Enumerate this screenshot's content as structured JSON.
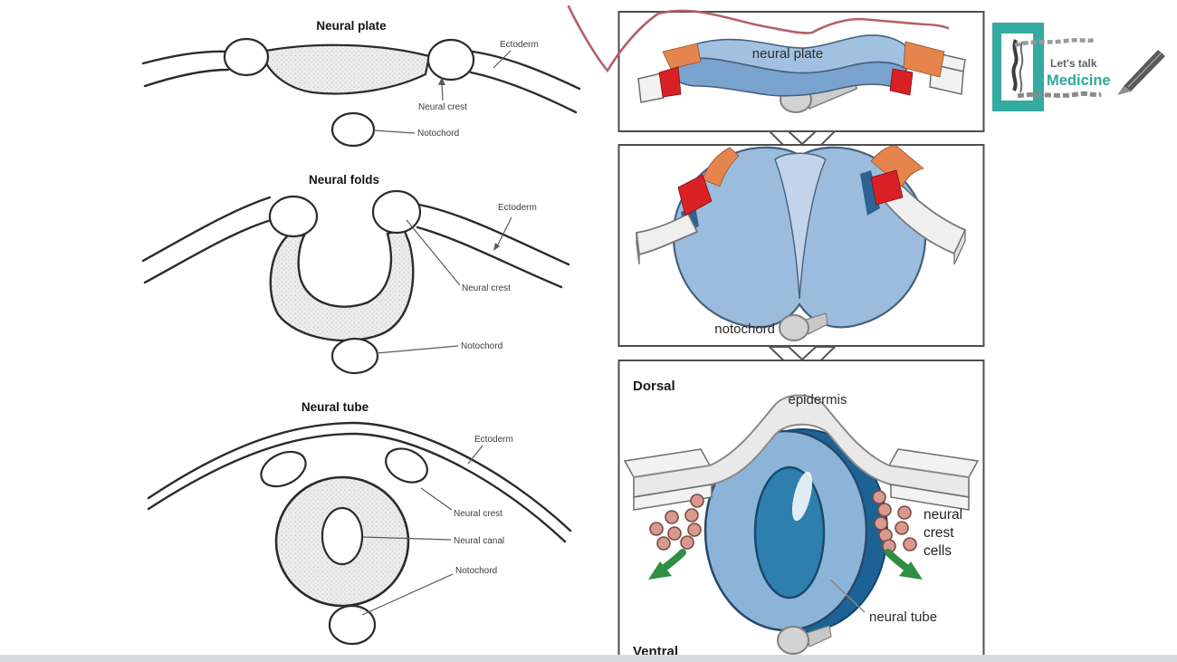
{
  "left": {
    "sections": [
      {
        "title": "Neural plate",
        "labels": {
          "ectoderm": "Ectoderm",
          "neural_crest": "Neural crest",
          "notochord": "Notochord"
        }
      },
      {
        "title": "Neural folds",
        "labels": {
          "ectoderm": "Ectoderm",
          "neural_crest": "Neural crest",
          "notochord": "Notochord"
        }
      },
      {
        "title": "Neural tube",
        "labels": {
          "ectoderm": "Ectoderm",
          "neural_crest": "Neural crest",
          "neural_canal": "Neural canal",
          "notochord": "Notochord"
        }
      }
    ]
  },
  "right": {
    "panel1": {
      "neural_plate": "neural plate"
    },
    "panel2": {
      "notochord": "notochord"
    },
    "panel3": {
      "dorsal": "Dorsal",
      "epidermis": "epidermis",
      "crest_l1": "neural",
      "crest_l2": "crest",
      "crest_l3": "cells",
      "neural_tube": "neural tube",
      "ventral": "Ventral"
    }
  },
  "logo": {
    "tagline": "Let's talk",
    "brand": "Medicine"
  },
  "colors": {
    "plate_blue_top": "#a2c1e1",
    "plate_blue_front": "#7aa3cf",
    "fold_blue": "#9cbcdd",
    "fold_inner_blue": "#c3d4ea",
    "tube_blue": "#8cb4d9",
    "tube_inner_blue": "#2e7fae",
    "tube_shadow_navy": "#1d6295",
    "crest_red": "#d92025",
    "crest_orange": "#e5854d",
    "epidermis_gray": "#e9e9e9",
    "cell_pink": "#d8998e",
    "arrow_green": "#2e8f43",
    "logo_teal": "#35aaa0",
    "annotation_red": "#b15862",
    "footer_strip": "#d4dce2"
  }
}
